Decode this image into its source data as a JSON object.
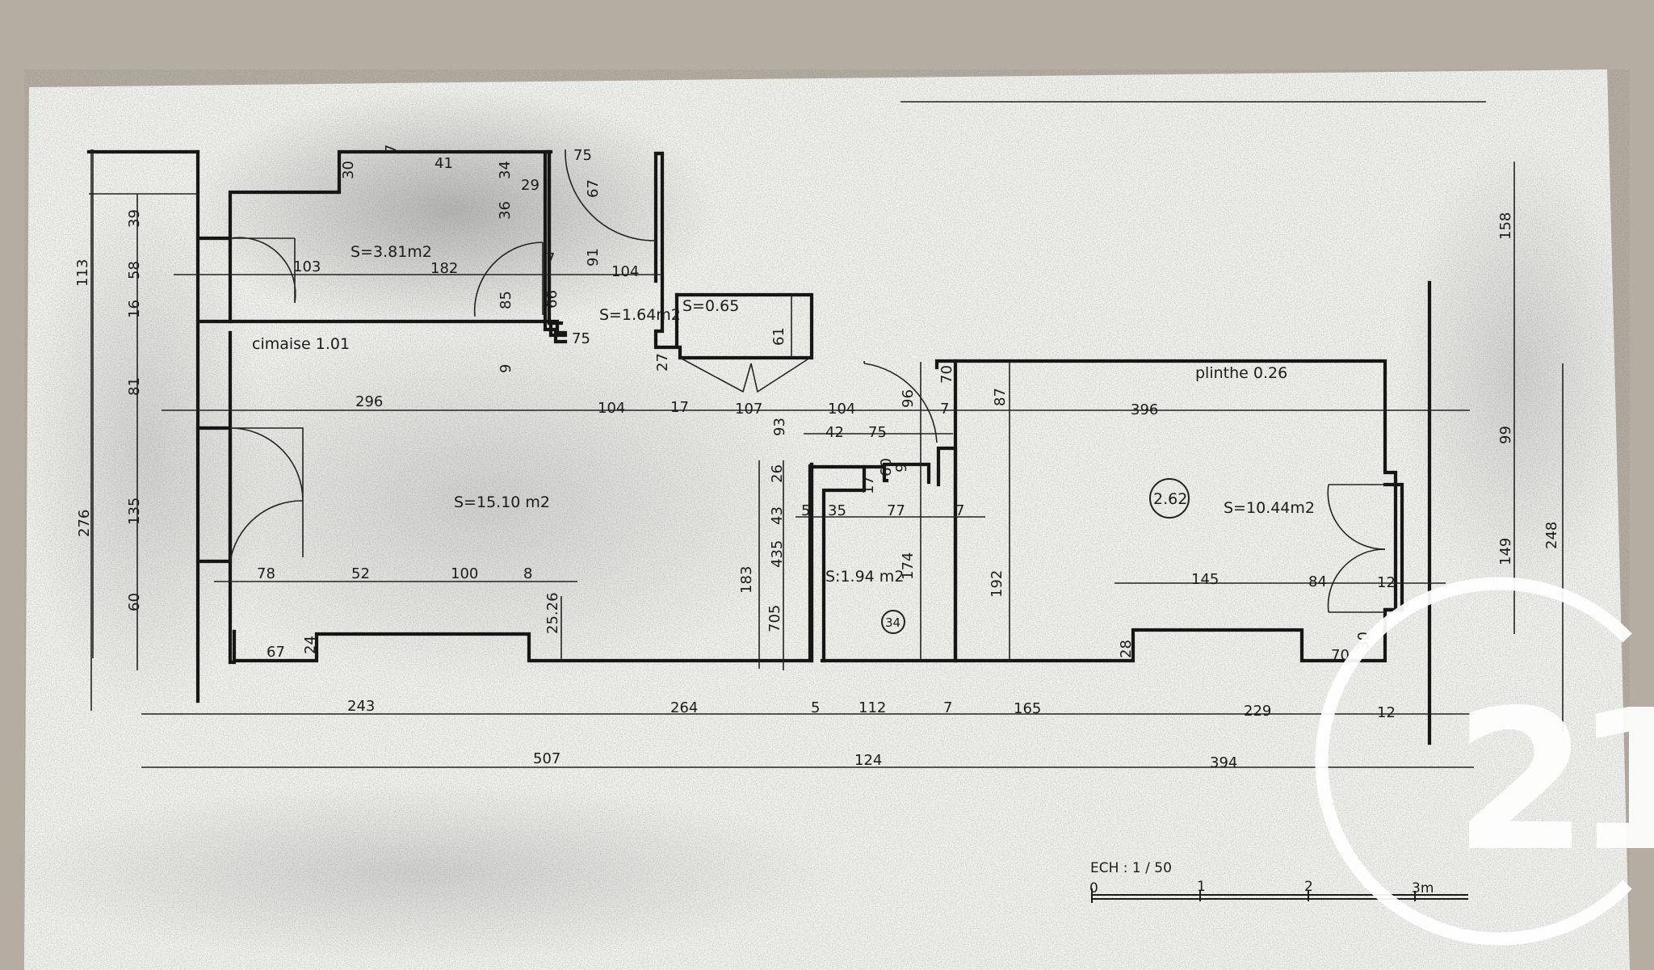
{
  "areas": {
    "room_main": "S=15.10 m2",
    "room_top_left": "S=3.81m2",
    "room_small": "S=1.64m2",
    "cupboard": "S=0.65",
    "room_mid": "S:1.94 m2",
    "room_right": "S=10.44m2"
  },
  "notes": {
    "cimaise": "cimaise 1.01",
    "plinthe": "plinthe 0.26",
    "marker_right": "2.62",
    "marker_mid": "34"
  },
  "dims_h": {
    "d103": "103",
    "d182": "182",
    "d104a": "104",
    "d296": "296",
    "d104b": "104",
    "d17a": "17",
    "d107": "107",
    "d104c": "104",
    "d42": "42",
    "d75a": "75",
    "d396": "396",
    "d5a": "5",
    "d35": "35",
    "d77": "77",
    "d7a": "7",
    "d78": "78",
    "d52": "52",
    "d100": "100",
    "d8": "8",
    "d145": "145",
    "d84": "84",
    "d12a": "12",
    "d67": "67",
    "d24": "24",
    "d28": "28",
    "d70": "70",
    "d30": "30",
    "d41": "41",
    "d29": "29",
    "d75b": "75",
    "d75c": "75",
    "d7b": "7",
    "d7c": "7",
    "d60": "60",
    "d9a": "9",
    "d243": "243",
    "d264": "264",
    "d5b": "5",
    "d112": "112",
    "d7d": "7",
    "d165": "165",
    "d229": "229",
    "d12b": "12",
    "d507": "507",
    "d124": "124",
    "d394": "394"
  },
  "dims_v": {
    "v113": "113",
    "v39": "39",
    "v58": "58",
    "v16": "16",
    "v81": "81",
    "v276": "276",
    "v135": "135",
    "v60": "60",
    "v30": "30",
    "v36": "36",
    "v34": "34",
    "v7": "7",
    "v85": "85",
    "v66": "66",
    "v9a": "9",
    "v67": "67",
    "v91": "91",
    "v61": "61",
    "v27": "27",
    "v70": "70",
    "v96": "96",
    "v87": "87",
    "v93": "93",
    "v26": "26",
    "v43": "43",
    "v435": "435",
    "v183": "183",
    "v705": "705",
    "v174": "174",
    "v192": "192",
    "v17": "17",
    "v2526": "25.26",
    "v158": "158",
    "v99": "99",
    "v149": "149",
    "v248": "248",
    "v9b": "9"
  },
  "scale": {
    "label": "ECH : 1 / 50",
    "ticks": [
      "0",
      "1",
      "2",
      "3m"
    ]
  },
  "colors": {
    "background": "#b5ada2",
    "paper": "#f2f2ef",
    "ink": "#161616",
    "logo": "#ffffff"
  },
  "logo": {
    "text": "21",
    "icon": "century-21-logo-icon"
  }
}
